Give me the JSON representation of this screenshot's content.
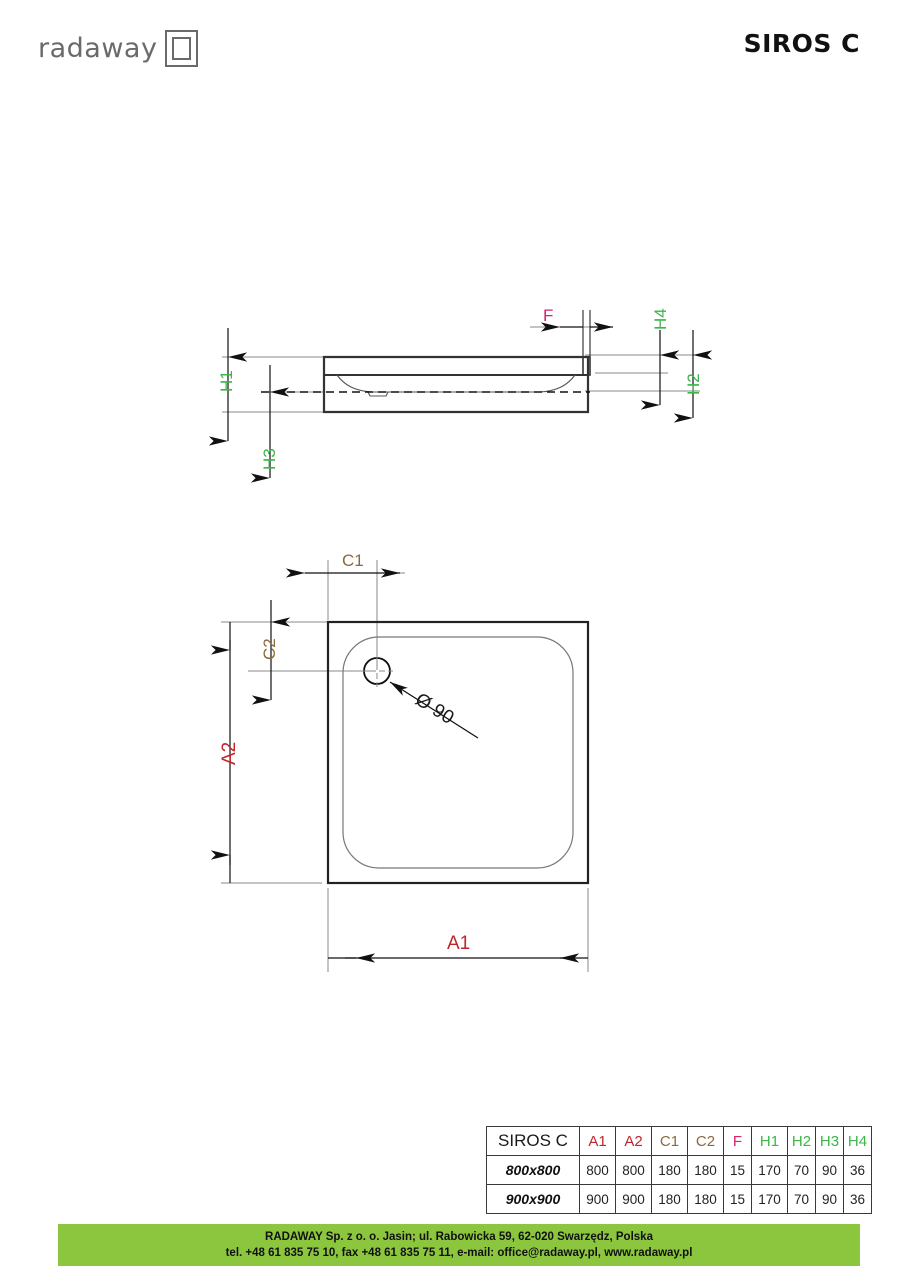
{
  "header": {
    "logo_text": "radaway",
    "logo_mark": "square-outline-icon",
    "title": "SIROS C"
  },
  "drawing": {
    "section_view": {
      "labels": {
        "h1": "H1",
        "h2": "H2",
        "h3": "H3",
        "h4": "H4",
        "f": "F"
      }
    },
    "plan_view": {
      "labels": {
        "a1": "A1",
        "a2": "A2",
        "c1": "C1",
        "c2": "C2",
        "drain": "Ø 90"
      }
    }
  },
  "table": {
    "headers": [
      {
        "label": "SIROS C",
        "color": "#1a1a1a"
      },
      {
        "label": "A1",
        "color": "#c0262b"
      },
      {
        "label": "A2",
        "color": "#c0262b"
      },
      {
        "label": "C1",
        "color": "#8b6a3e"
      },
      {
        "label": "C2",
        "color": "#8b6a3e"
      },
      {
        "label": "F",
        "color": "#d6246e"
      },
      {
        "label": "H1",
        "color": "#3cb54a"
      },
      {
        "label": "H2",
        "color": "#3cb54a"
      },
      {
        "label": "H3",
        "color": "#3cb54a"
      },
      {
        "label": "H4",
        "color": "#3cb54a"
      }
    ],
    "rows": [
      {
        "name": "800x800",
        "values": [
          "800",
          "800",
          "180",
          "180",
          "15",
          "170",
          "70",
          "90",
          "36"
        ]
      },
      {
        "name": "900x900",
        "values": [
          "900",
          "900",
          "180",
          "180",
          "15",
          "170",
          "70",
          "90",
          "36"
        ]
      }
    ]
  },
  "footer": {
    "line1": "RADAWAY Sp. z o. o. Jasin; ul. Rabowicka 59, 62-020 Swarzędz, Polska",
    "line2": "tel. +48 61 835 75 10, fax +48 61 835 75 11, e-mail: office@radaway.pl, www.radaway.pl",
    "bar_color": "#8cc63f"
  }
}
